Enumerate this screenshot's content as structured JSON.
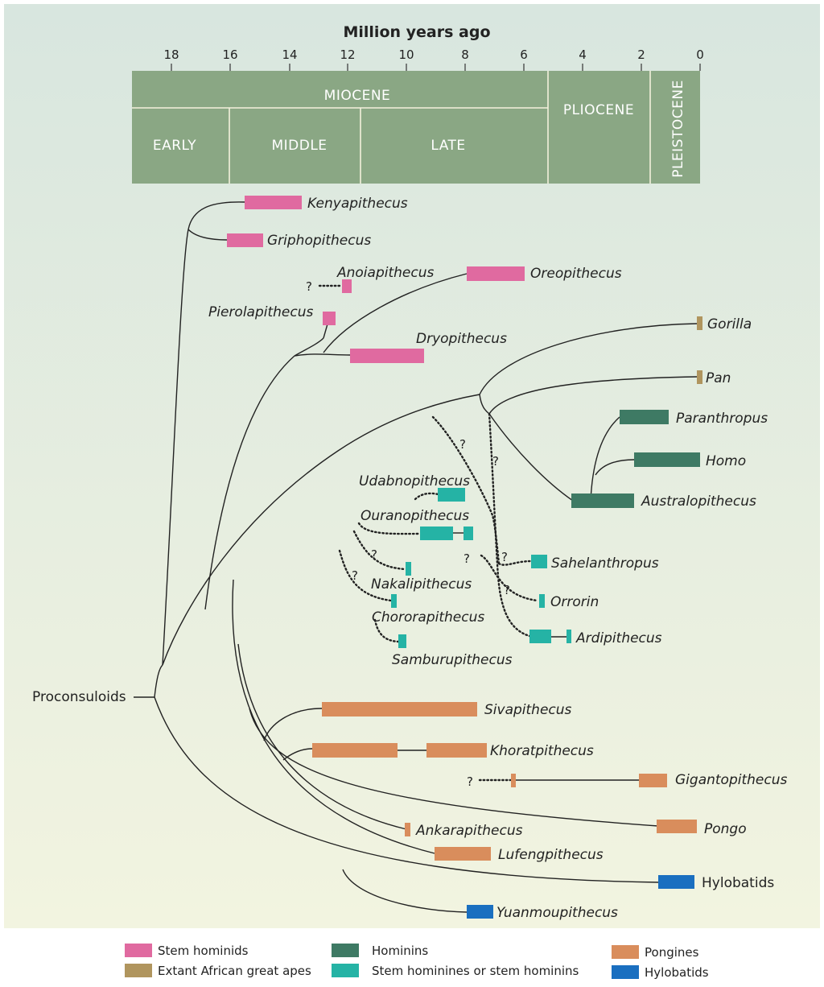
{
  "axis": {
    "title": "Million years ago",
    "ticks": [
      "18",
      "16",
      "14",
      "12",
      "10",
      "8",
      "6",
      "4",
      "2",
      "0"
    ]
  },
  "periods": {
    "miocene": "MIOCENE",
    "early": "EARLY",
    "middle": "MIDDLE",
    "late": "LATE",
    "pliocene": "PLIOCENE",
    "pleistocene": "PLEISTOCENE"
  },
  "root": "Proconsuloids",
  "taxa": {
    "kenyapithecus": "Kenyapithecus",
    "griphopithecus": "Griphopithecus",
    "anoiapithecus": "Anoiapithecus",
    "oreopithecus": "Oreopithecus",
    "pierolapithecus": "Pierolapithecus",
    "dryopithecus": "Dryopithecus",
    "gorilla": "Gorilla",
    "pan": "Pan",
    "paranthropus": "Paranthropus",
    "homo": "Homo",
    "australopithecus": "Australopithecus",
    "udabnopithecus": "Udabnopithecus",
    "ouranopithecus": "Ouranopithecus",
    "nakalipithecus": "Nakalipithecus",
    "chororapithecus": "Chororapithecus",
    "samburupithecus": "Samburupithecus",
    "sahelanthropus": "Sahelanthropus",
    "orrorin": "Orrorin",
    "ardipithecus": "Ardipithecus",
    "sivapithecus": "Sivapithecus",
    "khoratpithecus": "Khoratpithecus",
    "gigantopithecus": "Gigantopithecus",
    "ankarapithecus": "Ankarapithecus",
    "pongo": "Pongo",
    "lufengpithecus": "Lufengpithecus",
    "hylobatids": "Hylobatids",
    "yuanmoupithecus": "Yuanmoupithecus"
  },
  "question_mark": "?",
  "legend": {
    "stem_hominids": "Stem hominids",
    "extant_african": "Extant African great apes",
    "hominins": "Hominins",
    "stem_hominines": "Stem hominines or stem hominins",
    "pongines": "Pongines",
    "hylobatids": "Hylobatids"
  },
  "colors": {
    "stem_hominids": "#e06aa0",
    "extant_african": "#b0955e",
    "hominins": "#3e7a64",
    "stem_hominines": "#25b3a5",
    "pongines": "#d98d5c",
    "hylobatids": "#1a6fc0",
    "timebar": "#8aa784"
  }
}
